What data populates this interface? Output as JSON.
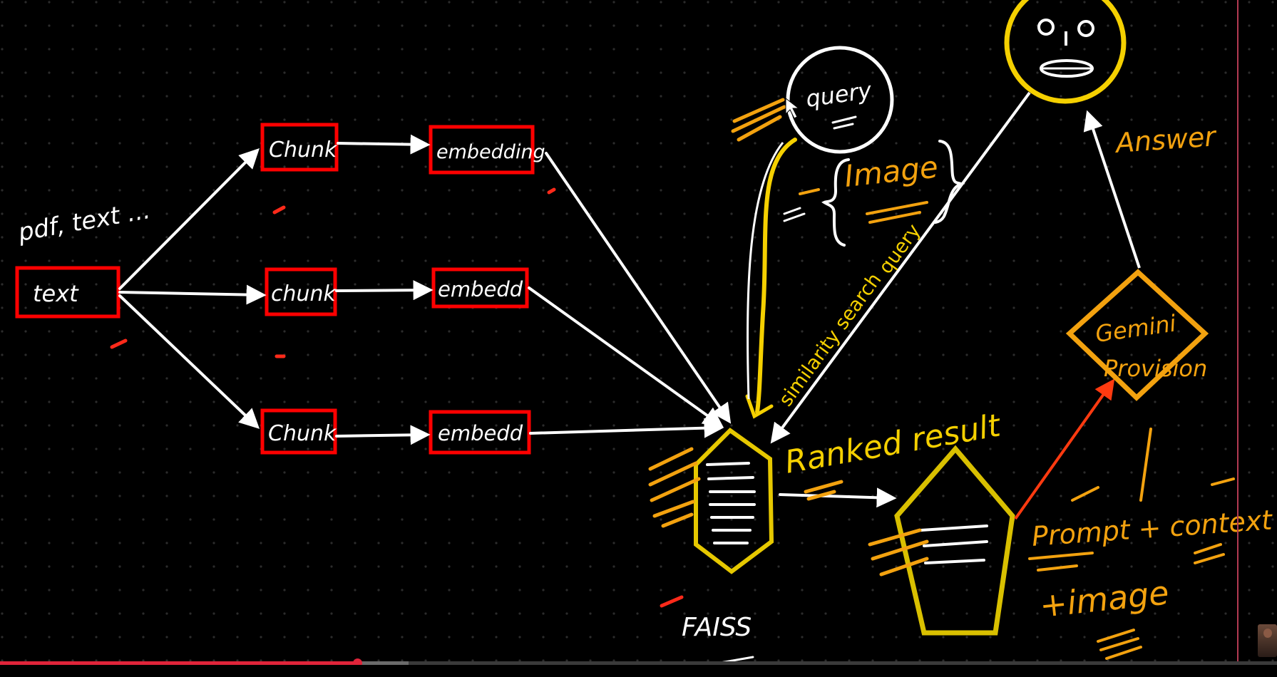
{
  "colors": {
    "background": "#000000",
    "dot_grid": "#2c2c2c",
    "box_border": "#ff0000",
    "ink_white": "#ffffff",
    "ink_yellow": "#f5d000",
    "ink_orange": "#f3a20f",
    "ink_red": "#ff2a1a",
    "progress_played": "#e0243a"
  },
  "labels": {
    "sources": "pdf, text ...",
    "text_box": "text",
    "chunk_1": "Chunk",
    "chunk_2": "chunk",
    "chunk_3": "Chunk",
    "embed_1": "embedding",
    "embed_2": "embedd",
    "embed_3": "embedd",
    "query": "query",
    "image_bracket": "Image",
    "similarity_search": "similarity search",
    "query_on_arrow": "query",
    "faiss": "FAISS",
    "ranked_results": "Ranked result",
    "prompt_context": "Prompt + context",
    "image_bottom": "+image",
    "gemini": "Gemini",
    "pro_vision": "Provision",
    "answer": "Answer"
  },
  "video": {
    "played_fraction": 0.28,
    "buffered_fraction": 0.32
  },
  "icons": {
    "user_face": "face-icon",
    "vector_store": "hexagon-store-icon",
    "ranked_store": "pentagon-results-icon",
    "llm": "diamond-model-icon"
  }
}
